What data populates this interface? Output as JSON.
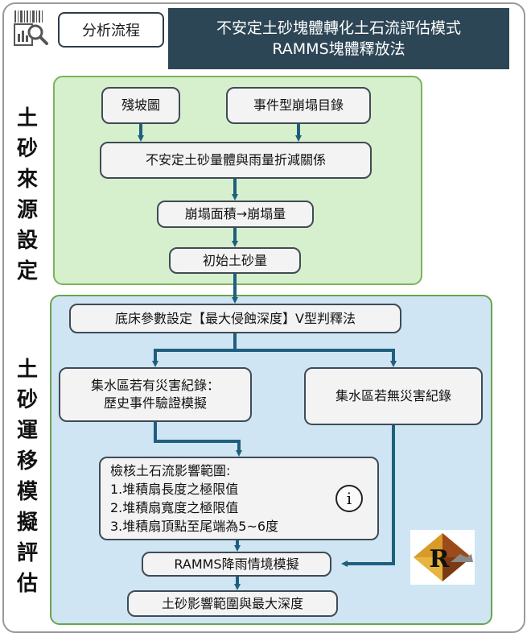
{
  "header": {
    "tag_label": "分析流程",
    "title_line1": "不安定土砂塊體轉化土石流評估模式",
    "title_line2": "RAMMS塊體釋放法"
  },
  "sections": {
    "source_chars": [
      "土",
      "砂",
      "來",
      "源",
      "設",
      "定"
    ],
    "transport_chars": [
      "土",
      "砂",
      "運",
      "移",
      "模",
      "擬",
      "評",
      "估"
    ]
  },
  "nodes": {
    "slope_map": "殘坡圖",
    "collapse_catalog": "事件型崩塌目錄",
    "volume_relation": "不安定土砂量體與雨量折減關係",
    "area_to_volume": "崩塌面積→崩塌量",
    "initial_volume": "初始土砂量",
    "erosion_depth": "底床參數設定【最大侵蝕深度】V型判釋法",
    "with_record_line1": "集水區若有災害紀錄：",
    "with_record_line2": "歷史事件驗證模擬",
    "without_record": "集水區若無災害紀錄",
    "check_title": "檢核土石流影響範圍:",
    "check_item1": "1.堆積扇長度之極限值",
    "check_item2": "2.堆積扇寬度之極限值",
    "check_item3": "3.堆積扇頂點至尾端為5~6度",
    "ramms_rain": "RAMMS降雨情境模擬",
    "result": "土砂影響範圍與最大深度"
  },
  "icons": {
    "top_logo": "search-report-icon",
    "info": "info-icon",
    "info_glyph": "i",
    "ramms_logo": "ramms-logo"
  },
  "colors": {
    "title_bg": "#2d4656",
    "green_panel": "#d6efcd",
    "blue_panel": "#cfe5f4",
    "arrow": "#1f5f7e"
  }
}
